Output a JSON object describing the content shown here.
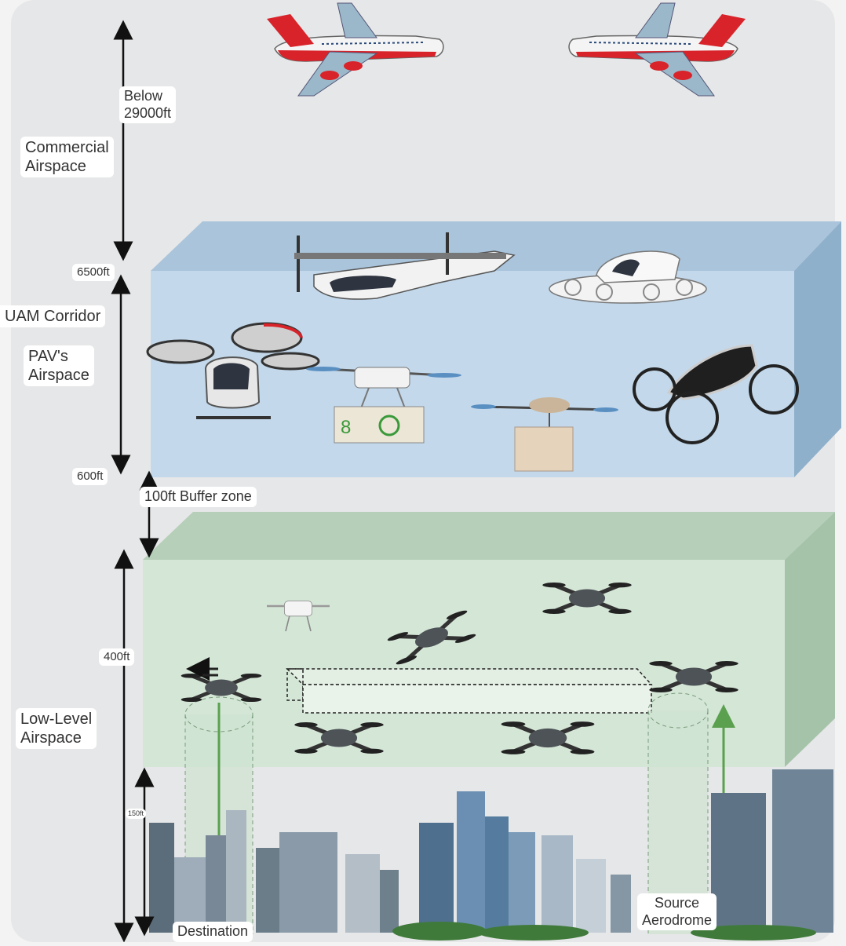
{
  "zones": {
    "commercial": {
      "name": "Commercial\nAirspace",
      "ceiling": "Below\n29000ft"
    },
    "uam": {
      "corridor": "UAM Corridor",
      "name": "PAV's\nAirspace",
      "top": "6500ft",
      "bottom": "600ft"
    },
    "buffer": {
      "name": "100ft Buffer zone"
    },
    "low_level": {
      "name": "Low-Level\nAirspace",
      "height": "400ft",
      "building_height": "150ft"
    }
  },
  "locations": {
    "destination": "Destination",
    "source": "Source\nAerodrome"
  },
  "colors": {
    "sky": "#e6e7e8",
    "uam_box_front": "#c3d8ea",
    "uam_box_top": "#a9c4db",
    "low_box_front": "#d4e6d6",
    "low_box_top": "#b5cfb8",
    "route_arrow": "#5aa04f",
    "plane_accent": "#d8232a"
  },
  "icons": {
    "commercial_aircraft": "airliner-icon",
    "evtol": "evtol-aircraft-icon",
    "passenger_drone": "passenger-drone-icon",
    "delivery_drone": "delivery-drone-icon",
    "quadcopter": "quadcopter-drone-icon",
    "buildings": "city-skyline-icon"
  }
}
